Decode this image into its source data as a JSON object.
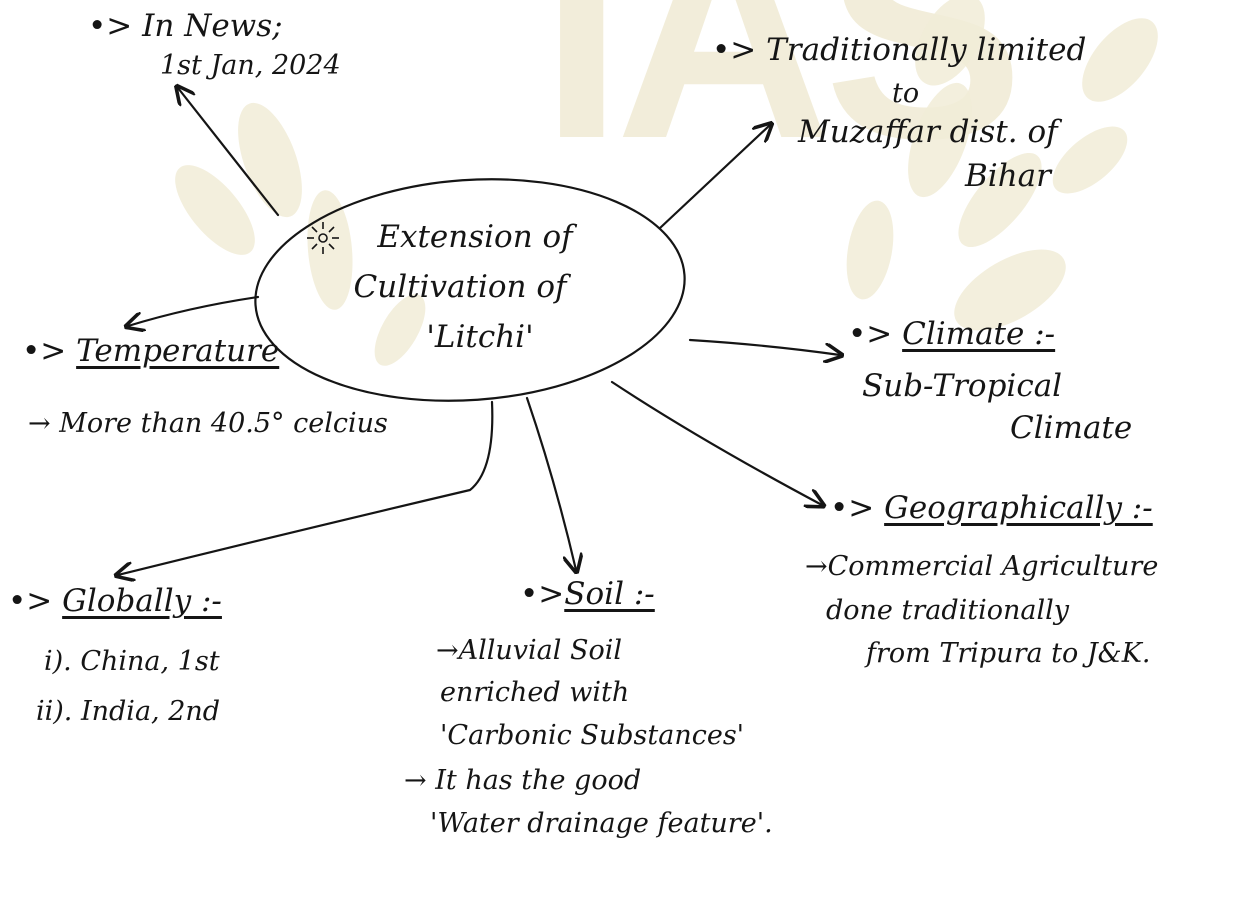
{
  "watermark": {
    "text": "IAS"
  },
  "center": {
    "line1": "Extension of",
    "line2": "Cultivation of",
    "line3": "'Litchi'"
  },
  "news": {
    "heading": "In News;",
    "date": "1st Jan, 2024"
  },
  "traditional": {
    "line1": "Traditionally limited",
    "line2": "to",
    "line3": "Muzaffar dist. of",
    "line4": "Bihar"
  },
  "temperature": {
    "heading": "Temperature",
    "detail": "More than 40.5° celcius"
  },
  "climate": {
    "heading": "Climate :-",
    "line1": "Sub-Tropical",
    "line2": "Climate"
  },
  "geography": {
    "heading": "Geographically :-",
    "line1": "Commercial Agriculture",
    "line2": "done traditionally",
    "line3": "from Tripura to J&K."
  },
  "globally": {
    "heading": "Globally :-",
    "item1": "i). China, 1st",
    "item2": "ii). India, 2nd"
  },
  "soil": {
    "heading": "Soil :-",
    "line1": "Alluvial Soil",
    "line2": "enriched with",
    "line3": "'Carbonic Substances'",
    "line4": "It has the good",
    "line5": "'Water drainage feature'."
  }
}
